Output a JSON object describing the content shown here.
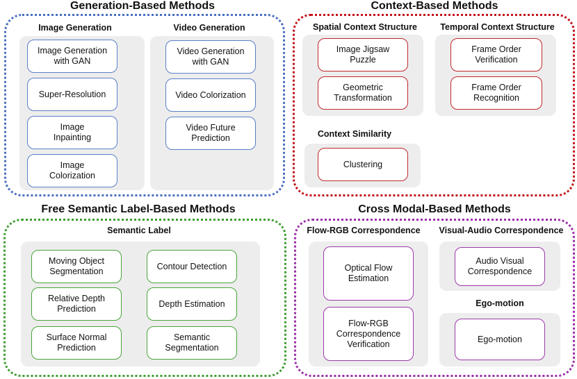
{
  "generation": {
    "title": "Generation-Based Methods",
    "image": {
      "heading": "Image Generation",
      "items": [
        "Image Generation\nwith GAN",
        "Super-Resolution",
        "Image\nInpainting",
        "Image\nColorization"
      ]
    },
    "video": {
      "heading": "Video Generation",
      "items": [
        "Video Generation\nwith GAN",
        "Video Colorization",
        "Video Future\nPrediction"
      ]
    },
    "colors": {
      "border": "#4a6fc1",
      "box": "#5a7fc7"
    }
  },
  "context": {
    "title": "Context-Based Methods",
    "spatial": {
      "heading": "Spatial Context Structure",
      "items": [
        "Image Jigsaw\nPuzzle",
        "Geometric\nTransformation"
      ]
    },
    "temporal": {
      "heading": "Temporal Context Structure",
      "items": [
        "Frame Order\nVerification",
        "Frame Order\nRecognition"
      ]
    },
    "similarity": {
      "heading": "Context Similarity",
      "items": [
        "Clustering"
      ]
    },
    "colors": {
      "border": "#c3141b",
      "box": "#c0282b"
    }
  },
  "semantic": {
    "title": "Free Semantic Label-Based Methods",
    "label": {
      "heading": "Semantic Label",
      "left_items": [
        "Moving Object\nSegmentation",
        "Relative Depth\nPrediction",
        "Surface Normal\nPrediction"
      ],
      "right_items": [
        "Contour Detection",
        "Depth Estimation",
        "Semantic\nSegmentation"
      ]
    },
    "colors": {
      "border": "#3e9d31",
      "box": "#4aa43b"
    }
  },
  "cross_modal": {
    "title": "Cross Modal-Based Methods",
    "flow_rgb": {
      "heading": "Flow-RGB Correspondence",
      "items": [
        "Optical Flow\nEstimation",
        "Flow-RGB\nCorrespondence\nVerification"
      ]
    },
    "visual_audio": {
      "heading": "Visual-Audio Correspondence",
      "items": [
        "Audio Visual\nCorrespondence"
      ]
    },
    "ego_motion": {
      "heading": "Ego-motion",
      "items": [
        "Ego-motion"
      ]
    },
    "colors": {
      "border": "#9b2ea8",
      "box": "#9a3aa8"
    }
  }
}
